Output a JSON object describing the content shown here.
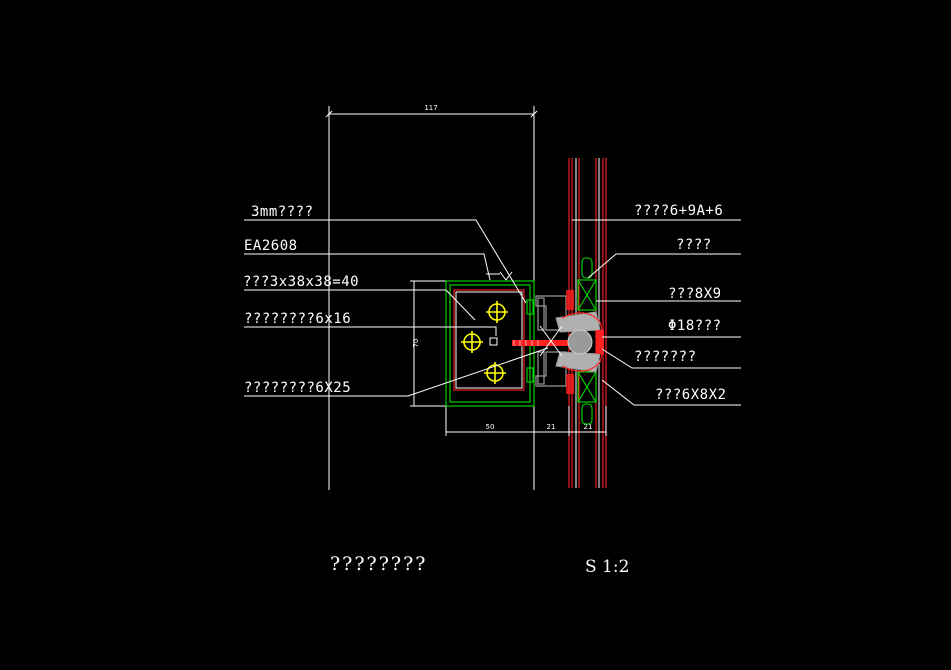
{
  "drawing": {
    "title": "????????",
    "scale": "S 1:2"
  },
  "dimensions": {
    "top_width": "117",
    "height": "70",
    "bottom_a": "50",
    "bottom_b": "21",
    "bottom_c": "21"
  },
  "labels_left": [
    "3mm????",
    "EA2608",
    "???3x38x38=40",
    "????????6x16",
    "????????6X25"
  ],
  "labels_right": [
    "????6+9A+6",
    "????",
    "???8X9",
    "Φ18???",
    "???????",
    "???6X8X2"
  ],
  "colors": {
    "background": "#000000",
    "line": "#ffffff",
    "profile": "#ff2020",
    "gasket": "#00e000",
    "fastener": "#ffff00",
    "bracket": "#9a9a9a"
  }
}
